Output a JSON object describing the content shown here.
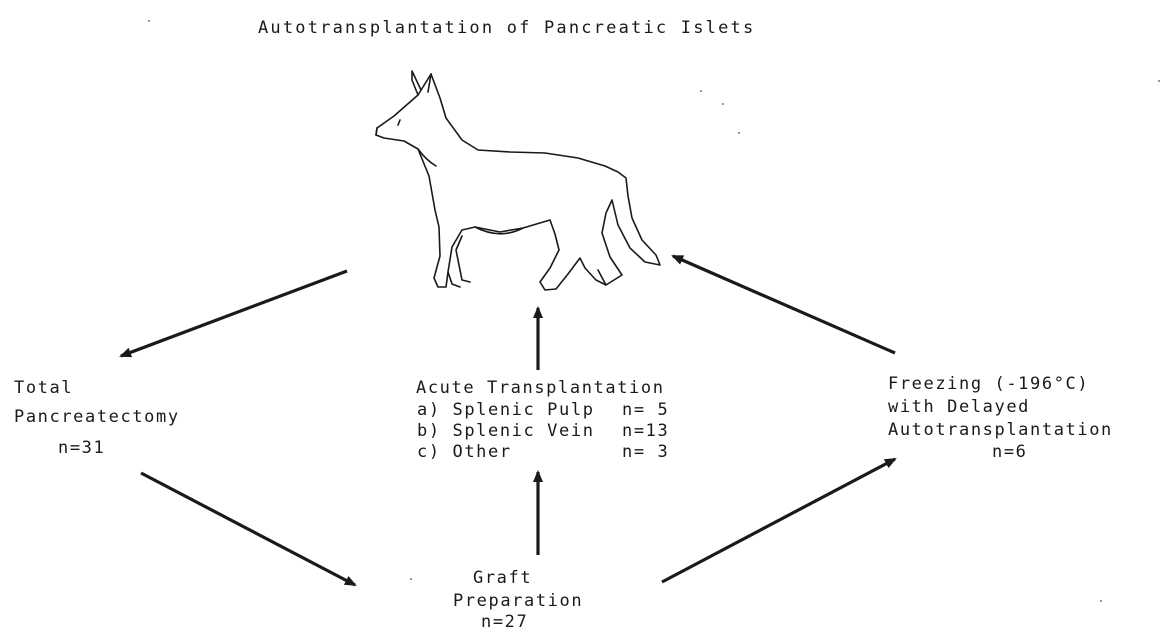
{
  "title": "Autotransplantation of Pancreatic Islets",
  "nodes": {
    "total_pancreatectomy": {
      "line1": "Total",
      "line2": "Pancreatectomy",
      "count": "n=31"
    },
    "acute_transplantation": {
      "heading": "Acute Transplantation",
      "rows": [
        {
          "label": "a) Splenic Pulp",
          "count": "n= 5"
        },
        {
          "label": "b) Splenic Vein",
          "count": "n=13"
        },
        {
          "label": "c) Other",
          "count": "n= 3"
        }
      ]
    },
    "freezing": {
      "line1": "Freezing (-196°C)",
      "line2": "with Delayed",
      "line3": "Autotransplantation",
      "count": "n=6"
    },
    "graft_preparation": {
      "line1": "Graft",
      "line2": "Preparation",
      "count": "n=27"
    }
  },
  "illustration": "dog-illustration",
  "colors": {
    "ink": "#1a1a1a",
    "background": "#ffffff"
  }
}
